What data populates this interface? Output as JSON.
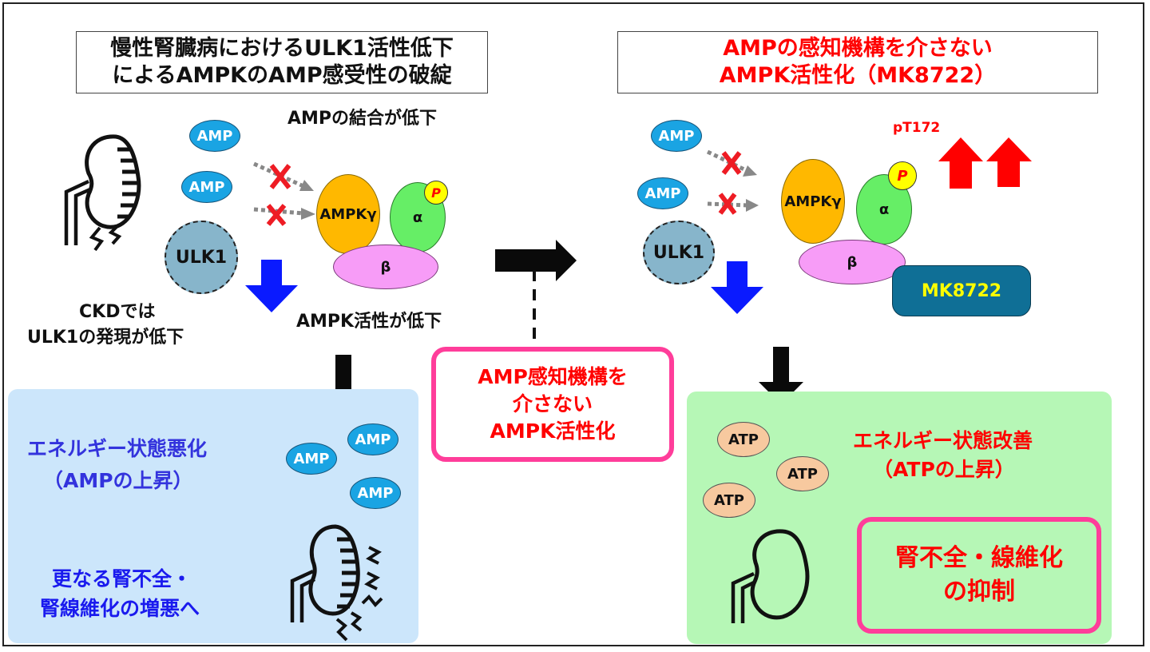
{
  "left": {
    "title_lines": [
      "慢性腎臓病におけるULK1活性低下",
      "によるAMPKのAMP感受性の破綻"
    ],
    "amp_binding_label": "AMPの結合が低下",
    "amp_labels": [
      "AMP",
      "AMP"
    ],
    "ulk1_label": "ULK1",
    "ckd_lines": [
      "CKDでは",
      "ULK1の発現が低下"
    ],
    "ampk_gamma": "AMPKγ",
    "alpha": "α",
    "beta": "β",
    "p_label": "P",
    "ampk_activity_label": "AMPK活性が低下",
    "panel": {
      "line1": "エネルギー状態悪化",
      "line2": "（AMPの上昇）",
      "line3": "更なる腎不全・",
      "line4": "腎線維化の増悪へ",
      "amp_labels": [
        "AMP",
        "AMP",
        "AMP"
      ]
    }
  },
  "center": {
    "box_lines": [
      "AMP感知機構を",
      "介さない",
      "AMPK活性化"
    ]
  },
  "right": {
    "title_lines": [
      "AMPの感知機構を介さない",
      "AMPK活性化（MK8722）"
    ],
    "amp_labels": [
      "AMP",
      "AMP"
    ],
    "ulk1_label": "ULK1",
    "ampk_gamma": "AMPKγ",
    "alpha": "α",
    "beta": "β",
    "p_label": "P",
    "pt172_label": "pT172",
    "drug_label": "MK8722",
    "panel": {
      "line1": "エネルギー状態改善",
      "line2": "（ATPの上昇）",
      "atp_labels": [
        "ATP",
        "ATP",
        "ATP"
      ],
      "box_lines": [
        "腎不全・線維化",
        "の抑制"
      ]
    }
  },
  "colors": {
    "red_text": "#ff0000",
    "blue_text": "#3333dd",
    "blue_panel": "#cce6fb",
    "green_panel": "#b6f7b6",
    "pink_border": "#ff3d9a",
    "amp_fill": "#1aa4e3",
    "atp_fill": "#f7c99f",
    "ulk1_fill": "#87b5cb",
    "gamma_fill": "#ffb800",
    "alpha_fill": "#66ee66",
    "beta_fill": "#f79cf7",
    "drug_fill": "#0f6f96",
    "drug_text": "#ffff00",
    "down_arrow": "#0a1aff",
    "up_arrow": "#ff0000"
  }
}
